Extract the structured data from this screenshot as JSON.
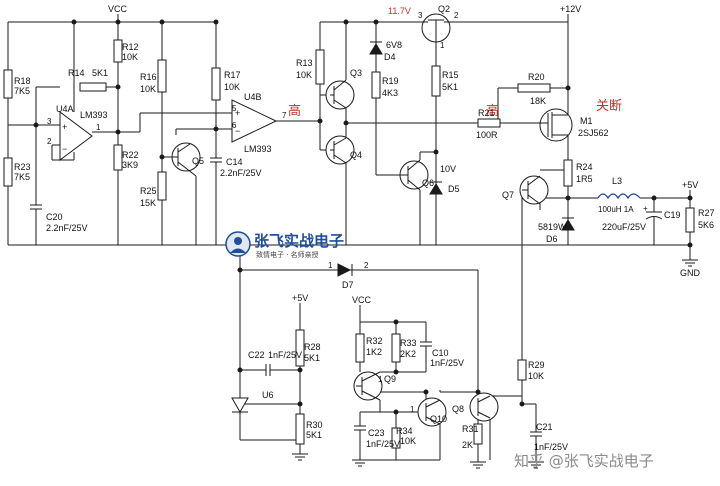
{
  "rails": {
    "vcc": "VCC",
    "v12": "+12V",
    "v5": "+5V",
    "v11_7": "11.7V",
    "gnd": "GND"
  },
  "annotations": {
    "high_1": "高",
    "high_2": "高",
    "off": "关断"
  },
  "comparators": {
    "u4a": {
      "ref": "U4A",
      "part": "LM393",
      "pins": [
        "3",
        "2",
        "1"
      ]
    },
    "u4b": {
      "ref": "U4B",
      "part": "LM393",
      "pins": [
        "5",
        "6",
        "7"
      ]
    },
    "u6": {
      "ref": "U6"
    }
  },
  "resistors": {
    "r18": {
      "ref": "R18",
      "value": "7K5"
    },
    "r23": {
      "ref": "R23",
      "value": "7K5"
    },
    "r14": {
      "ref": "R14",
      "value": "5K1"
    },
    "r12": {
      "ref": "R12",
      "value": "10K"
    },
    "r22": {
      "ref": "R22",
      "value": "3K9"
    },
    "r16": {
      "ref": "R16",
      "value": "10K"
    },
    "r25": {
      "ref": "R25",
      "value": "15K"
    },
    "r17": {
      "ref": "R17",
      "value": "10K"
    },
    "r13": {
      "ref": "R13",
      "value": "10K"
    },
    "r19": {
      "ref": "R19",
      "value": "4K3"
    },
    "r15": {
      "ref": "R15",
      "value": "5K1"
    },
    "r20": {
      "ref": "R20",
      "value": "18K"
    },
    "r21": {
      "ref": "R21",
      "value": "100R"
    },
    "r24": {
      "ref": "R24",
      "value": "1R5"
    },
    "r27": {
      "ref": "R27",
      "value": "5K6"
    },
    "r28": {
      "ref": "R28",
      "value": "5K1"
    },
    "r30": {
      "ref": "R30",
      "value": "5K1"
    },
    "r32": {
      "ref": "R32",
      "value": "1K2"
    },
    "r33": {
      "ref": "R33",
      "value": "2K2"
    },
    "r34": {
      "ref": "R34",
      "value": "10K"
    },
    "r29": {
      "ref": "R29",
      "value": "10K"
    },
    "r31": {
      "ref": "R31",
      "value": "2K"
    }
  },
  "capacitors": {
    "c20": {
      "ref": "C20",
      "value": "2.2nF/25V"
    },
    "c14": {
      "ref": "C14",
      "value": "2.2nF/25V"
    },
    "c19": {
      "ref": "C19",
      "value": "220uF/25V"
    },
    "c22": {
      "ref": "C22",
      "value": "1nF/25V"
    },
    "c10": {
      "ref": "C10",
      "value": "1nF/25V"
    },
    "c23": {
      "ref": "C23",
      "value": "1nF/25V"
    },
    "c21": {
      "ref": "C21",
      "value": "1nF/25V"
    }
  },
  "transistors": {
    "q2": "Q2",
    "q3": "Q3",
    "q4": "Q4",
    "q5": "Q5",
    "q6": "Q6",
    "q7": "Q7",
    "q8": "Q8",
    "q9": "Q9",
    "q10": "Q10"
  },
  "mosfet": {
    "ref": "M1",
    "part": "2SJ562"
  },
  "inductor": {
    "ref": "L3",
    "value": "100uH 1A"
  },
  "diodes": {
    "d4": {
      "ref": "D4",
      "value": "6V8"
    },
    "d5": {
      "ref": "D5",
      "value": "10V"
    },
    "d6": {
      "ref": "D6",
      "value": "5819W"
    },
    "d7": {
      "ref": "D7"
    }
  },
  "pin_labels": {
    "q2_3": "3",
    "q2_2": "2",
    "q2_1": "1",
    "d7_1": "1",
    "d7_2": "2",
    "q9_1": "1",
    "q10_1": "1"
  },
  "brand": {
    "name": "张飞实战电子",
    "tagline": "致情电子 · 名师亲授"
  },
  "watermark": "知乎 @张飞实战电子",
  "colors": {
    "annotation": "#c0322b",
    "brand": "#1f4f9a",
    "inductor": "#1f3f9f",
    "wire": "#1a1a1a"
  }
}
